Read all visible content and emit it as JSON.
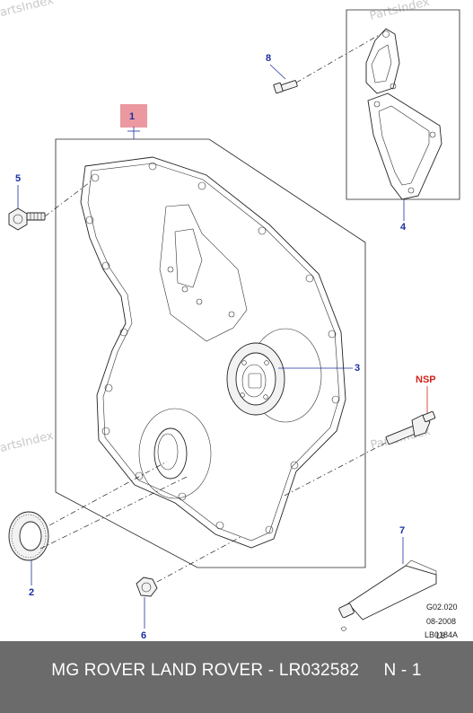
{
  "watermark": "PartsIndex",
  "callouts": {
    "c1": "1",
    "c2": "2",
    "c3": "3",
    "c4": "4",
    "c5": "5",
    "c6": "6",
    "c7": "7",
    "c8": "8",
    "nsp": "NSP"
  },
  "reference": {
    "code": "G02.020",
    "date": "08-2008",
    "line3": "L8",
    "line4": "LB0184A"
  },
  "footer": {
    "text": "MG ROVER LAND ROVER - LR032582     N - 1"
  },
  "colors": {
    "callout": "#1a2fa0",
    "nsp": "#d0231b",
    "highlight": "#e8868f",
    "footer_bg": "#6b6b6b"
  }
}
